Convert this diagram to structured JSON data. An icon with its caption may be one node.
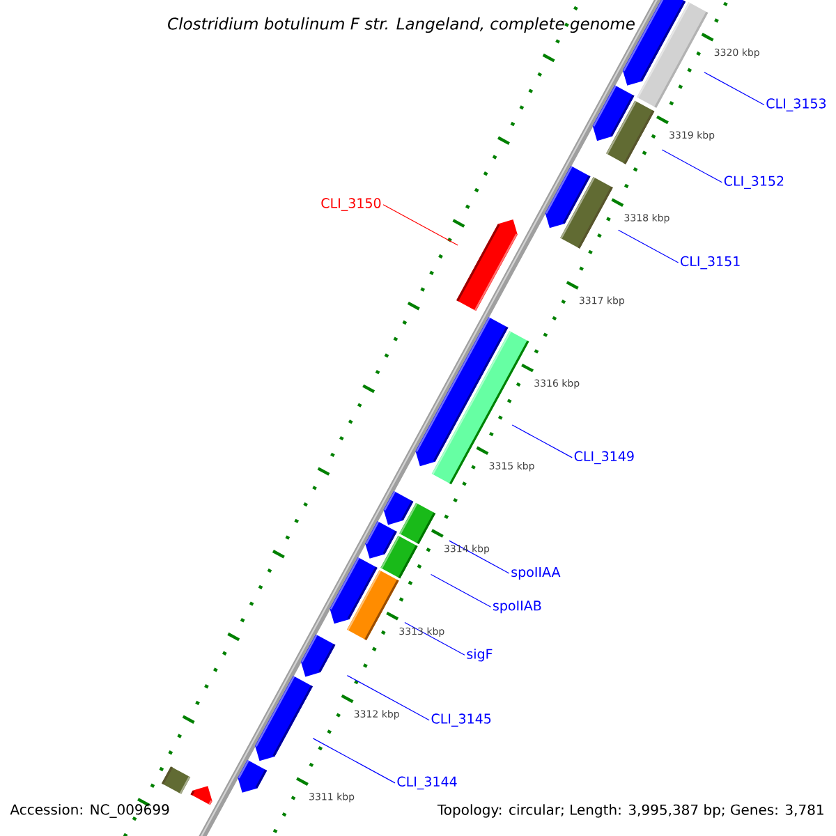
{
  "diagram": {
    "title": "Clostridium botulinum F str. Langeland, complete genome",
    "nodes": [
      {
        "text": [],
        "shape": "bar"
      },
      {
        "text": [],
        "shape": "arrow"
      },
      {
        "text": [],
        "shape": "bar"
      },
      {
        "text": [],
        "shape": "arrow"
      },
      {
        "text": [],
        "shape": "arrow"
      },
      {
        "text": [],
        "shape": "bar"
      },
      {
        "text": [],
        "shape": "arrow"
      },
      {
        "text": [],
        "shape": "arrow"
      },
      {
        "text": [],
        "shape": "bar"
      },
      {
        "text": [],
        "shape": "arrow"
      },
      {
        "text": [],
        "shape": "bar"
      },
      {
        "text": [],
        "shape": "arrow"
      },
      {
        "text": [],
        "shape": "bar"
      },
      {
        "text": [],
        "shape": "arrow"
      },
      {
        "text": [],
        "shape": "bar"
      },
      {
        "text": [],
        "shape": "arrow"
      },
      {
        "text": [],
        "shape": "arrow"
      },
      {
        "text": [],
        "shape": "arrow"
      },
      {
        "text": [],
        "shape": "bar"
      },
      {
        "text": [],
        "shape": "arrow"
      },
      {
        "text": [
          "CLI_3153"
        ]
      },
      {
        "text": [
          "CLI_3152"
        ]
      },
      {
        "text": [
          "CLI_3150"
        ]
      },
      {
        "text": [
          "CLI_3151"
        ]
      },
      {
        "text": [
          "CLI_3149"
        ]
      },
      {
        "text": [
          "spoIIAA"
        ]
      },
      {
        "text": [
          "spoIIAB"
        ]
      },
      {
        "text": [
          "sigF"
        ]
      },
      {
        "text": [
          "CLI_3145"
        ]
      },
      {
        "text": [
          "CLI_3144"
        ]
      }
    ],
    "edges": [
      {
        "from": 20,
        "to": 0,
        "arrow": "none"
      },
      {
        "from": 21,
        "to": 2,
        "arrow": "none"
      },
      {
        "from": 22,
        "to": 6,
        "arrow": "none",
        "color": "#ff0000"
      },
      {
        "from": 23,
        "to": 5,
        "arrow": "none"
      },
      {
        "from": 24,
        "to": 8,
        "arrow": "none"
      },
      {
        "from": 25,
        "to": 10,
        "arrow": "none"
      },
      {
        "from": 26,
        "to": 12,
        "arrow": "none"
      },
      {
        "from": 27,
        "to": 14,
        "arrow": "none"
      },
      {
        "from": 28,
        "to": 15,
        "arrow": "none"
      },
      {
        "from": 29,
        "to": 16,
        "arrow": "none"
      }
    ],
    "labels": [
      "3320 kbp",
      "3319 kbp",
      "3318 kbp",
      "3317 kbp",
      "3316 kbp",
      "3315 kbp",
      "3314 kbp",
      "3313 kbp",
      "3312 kbp",
      "3311 kbp",
      "Accession: NC_009699",
      "Topology: circular; Length: 3,995,387 bp; Genes: 3,781"
    ]
  }
}
